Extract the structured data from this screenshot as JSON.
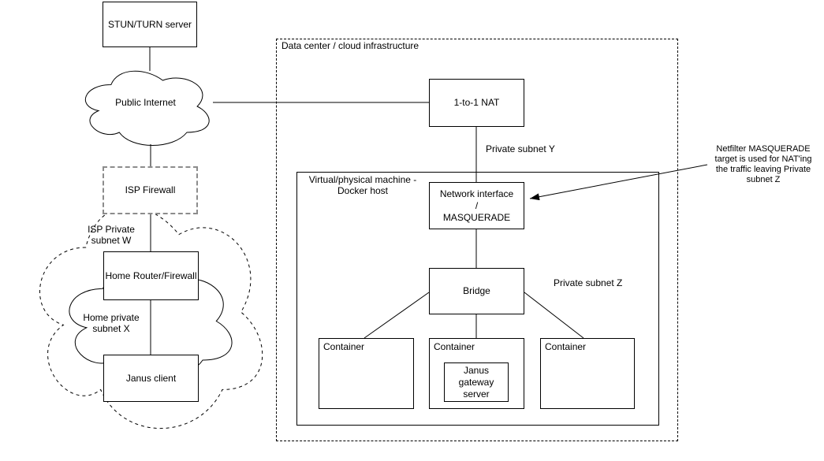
{
  "nodes": {
    "stun_server": "STUN/TURN server",
    "public_internet": "Public Internet",
    "isp_firewall": "ISP Firewall",
    "home_router": "Home Router/Firewall",
    "janus_client": "Janus client",
    "nat": "1-to-1 NAT",
    "network_interface": "Network interface\n/\nMASQUERADE",
    "bridge": "Bridge",
    "container_1": "Container",
    "container_2": "Container",
    "container_3": "Container",
    "janus_gateway": "Janus\ngateway\nserver"
  },
  "regions": {
    "data_center": "Data center / cloud infrastructure",
    "docker_host": "Virtual/physical machine -\nDocker host"
  },
  "labels": {
    "isp_subnet_w": "ISP Private\nsubnet W",
    "home_subnet_x": "Home private\nsubnet X",
    "private_subnet_y": "Private subnet Y",
    "private_subnet_z": "Private subnet Z"
  },
  "annotation": {
    "text": "Netfilter MASQUERADE\ntarget is used for NAT'ing\nthe traffic leaving Private\nsubnet Z"
  },
  "colors": {
    "stroke": "#000000",
    "text": "#000000",
    "isp_firewall_border": "#8c8c8c",
    "background": "#ffffff"
  }
}
